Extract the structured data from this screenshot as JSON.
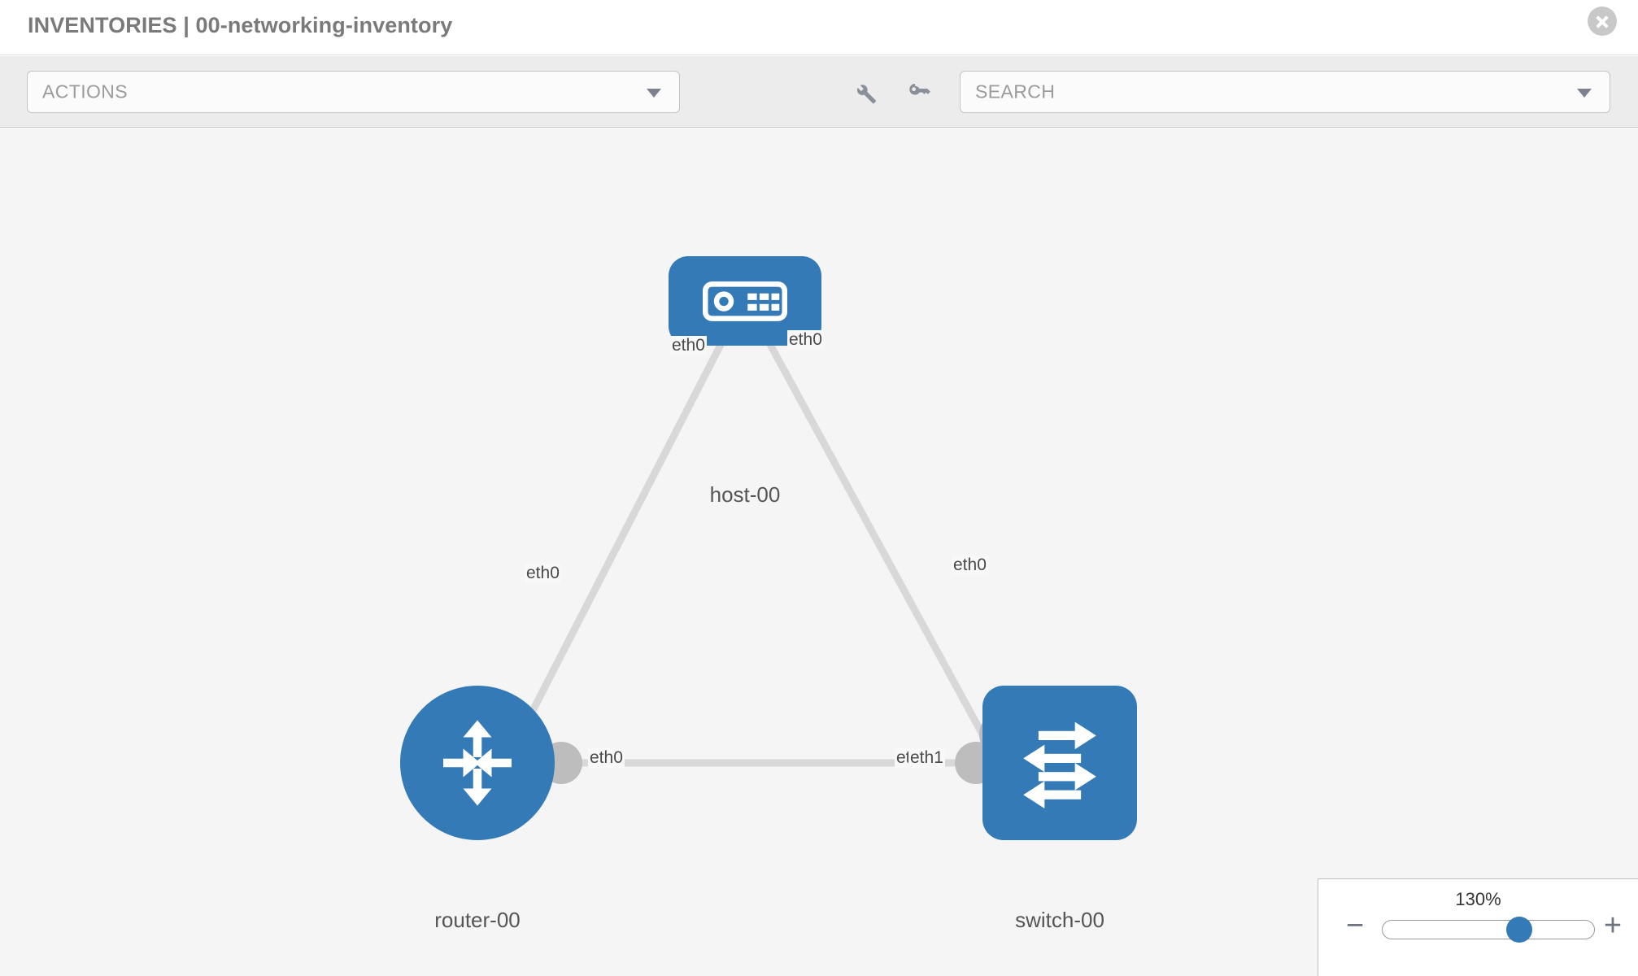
{
  "header": {
    "title": "INVENTORIES | 00-networking-inventory",
    "close_label": "close-icon"
  },
  "toolbar": {
    "actions_label": "ACTIONS",
    "search_placeholder": "SEARCH",
    "wrench_icon": "wrench-icon",
    "key_icon": "key-icon"
  },
  "topology": {
    "nodes": [
      {
        "id": "host",
        "label": "host-00",
        "type": "host",
        "color": "#337ab7"
      },
      {
        "id": "router",
        "label": "router-00",
        "type": "router",
        "color": "#337ab7"
      },
      {
        "id": "switch",
        "label": "switch-00",
        "type": "switch",
        "color": "#337ab7"
      }
    ],
    "interfaces": {
      "host_left": "eth0",
      "host_right": "eth0",
      "router_upper": "eth0",
      "router_right": "eth0",
      "switch_upper": "eth0",
      "switch_left_a": "eth",
      "switch_left_b": "eth1"
    },
    "link_color": "#d8d8d8",
    "port_color": "#bdbdbd",
    "canvas_color": "#f5f5f5"
  },
  "zoom": {
    "percent": "130%",
    "minus_label": "−",
    "plus_label": "+",
    "value": 66
  }
}
